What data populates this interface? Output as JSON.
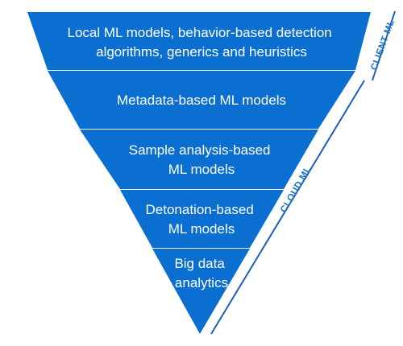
{
  "layers": [
    {
      "lines": [
        "Local ML models, behavior-based detection",
        "algorithms, generics and heuristics"
      ]
    },
    {
      "lines": [
        "Metadata-based ML models"
      ]
    },
    {
      "lines": [
        "Sample analysis-based",
        "ML models"
      ]
    },
    {
      "lines": [
        "Detonation-based",
        "ML models"
      ]
    },
    {
      "lines": [
        "Big data",
        "analytics"
      ]
    }
  ],
  "side_labels": {
    "client": "CLIENT ML",
    "cloud": "CLOUD ML"
  },
  "colors": {
    "layer_fill": "#0a6fd1",
    "layer_divider": "#ffffff",
    "label_color": "#1a73c8",
    "line_color": "#1a5fb4"
  }
}
